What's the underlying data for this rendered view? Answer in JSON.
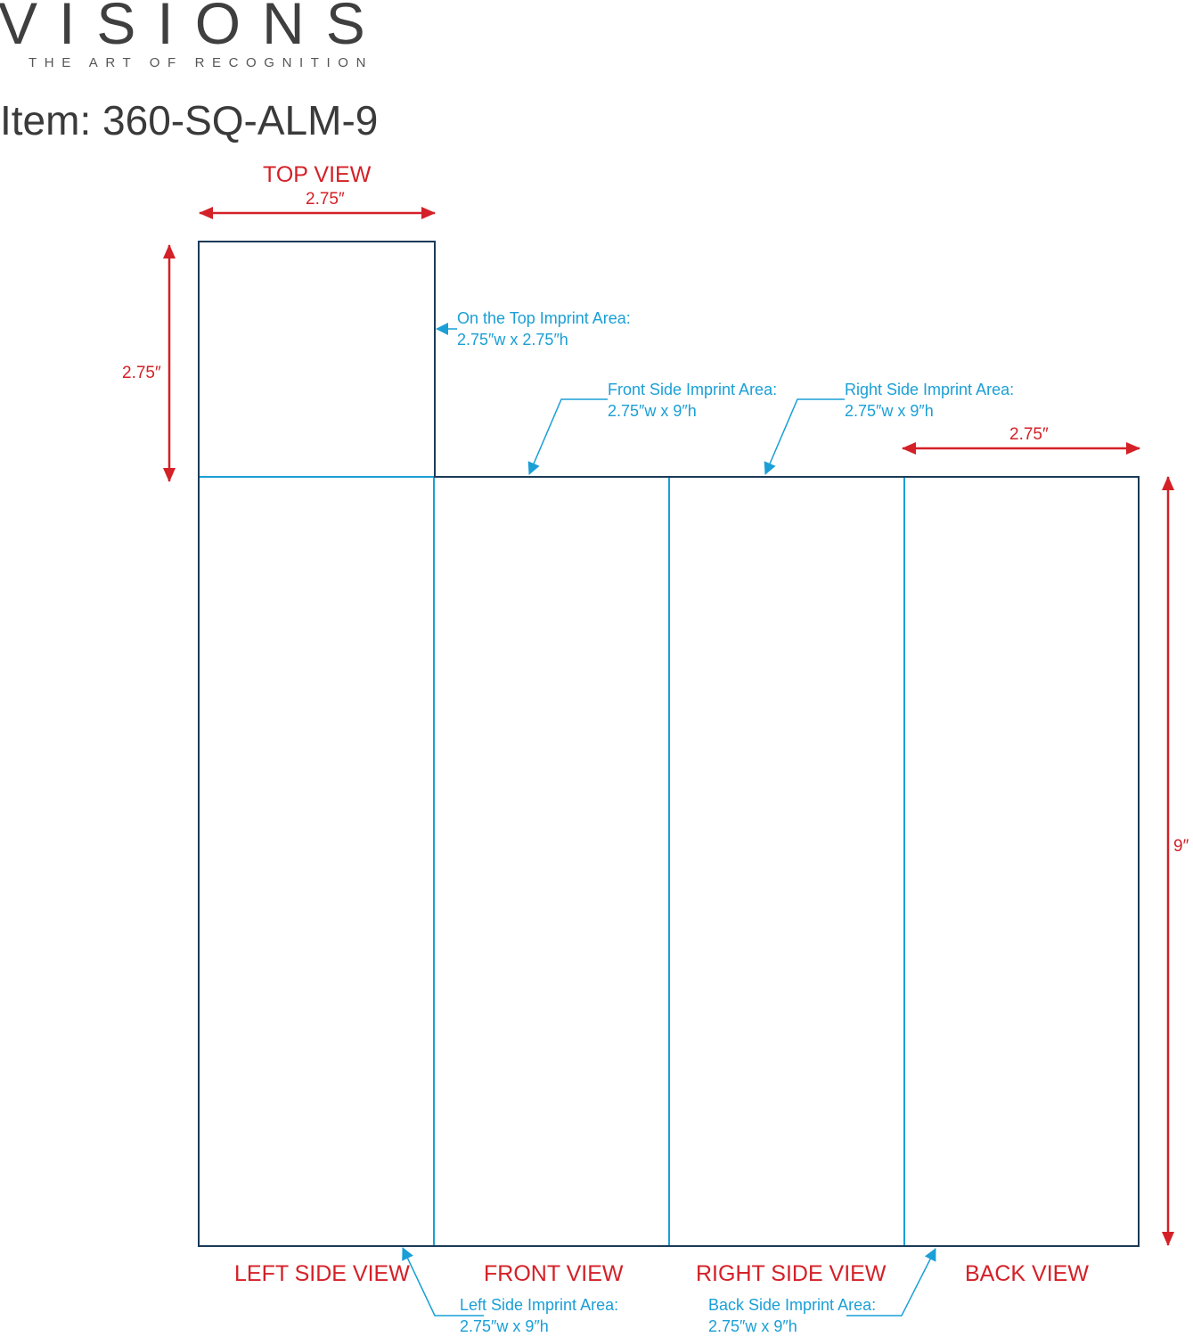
{
  "logo": {
    "wordmark": "VISIONS",
    "tagline": "THE ART OF RECOGNITION"
  },
  "item_title": "Item: 360-SQ-ALM-9",
  "views": {
    "top": "TOP VIEW",
    "left": "LEFT SIDE VIEW",
    "front": "FRONT VIEW",
    "right": "RIGHT SIDE VIEW",
    "back": "BACK VIEW"
  },
  "dimensions": {
    "top_width": "2.75″",
    "top_height": "2.75″",
    "panel_width": "2.75″",
    "panel_height": "9″"
  },
  "imprint_areas": {
    "top": {
      "title": "On the Top Imprint Area:",
      "size": "2.75″w x 2.75″h"
    },
    "front": {
      "title": "Front Side Imprint Area:",
      "size": "2.75″w x 9″h"
    },
    "right": {
      "title": "Right Side Imprint Area:",
      "size": "2.75″w x 9″h"
    },
    "left": {
      "title": "Left Side Imprint Area:",
      "size": "2.75″w x 9″h"
    },
    "back": {
      "title": "Back Side Imprint Area:",
      "size": "2.75″w x 9″h"
    }
  },
  "colors": {
    "dimension": "#d42027",
    "callout": "#1a9fd6",
    "outline": "#1b3a57",
    "divider": "#1a9fd6"
  }
}
